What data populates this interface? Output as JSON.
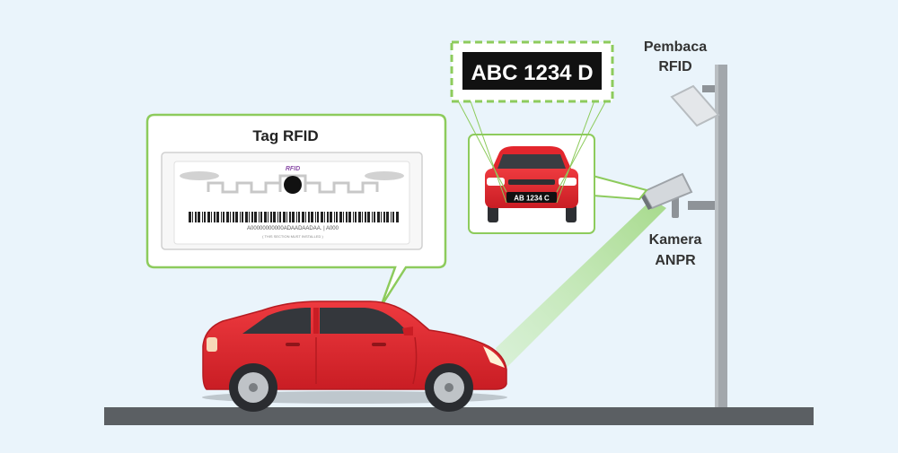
{
  "labels": {
    "rfid_reader": [
      "Pembaca",
      "RFID"
    ],
    "anpr_camera": [
      "Kamera",
      "ANPR"
    ],
    "rfid_tag_title": "Tag RFID"
  },
  "plate": {
    "large": "ABC 1234 D",
    "small": "AB 1234 C"
  },
  "tag": {
    "logo": "RFID",
    "code": "A00000000000ADAADAADAA. | A000",
    "fine_print": "( THIS SECTION MUST INSTALLED )"
  },
  "colors": {
    "background": "#eaf4fb",
    "callout_border": "#8dcb5c",
    "car_red": "#e3262d",
    "camera_beam": "#b9e3a0",
    "pole": "#9aa0a6",
    "road": "#5b5f63"
  }
}
